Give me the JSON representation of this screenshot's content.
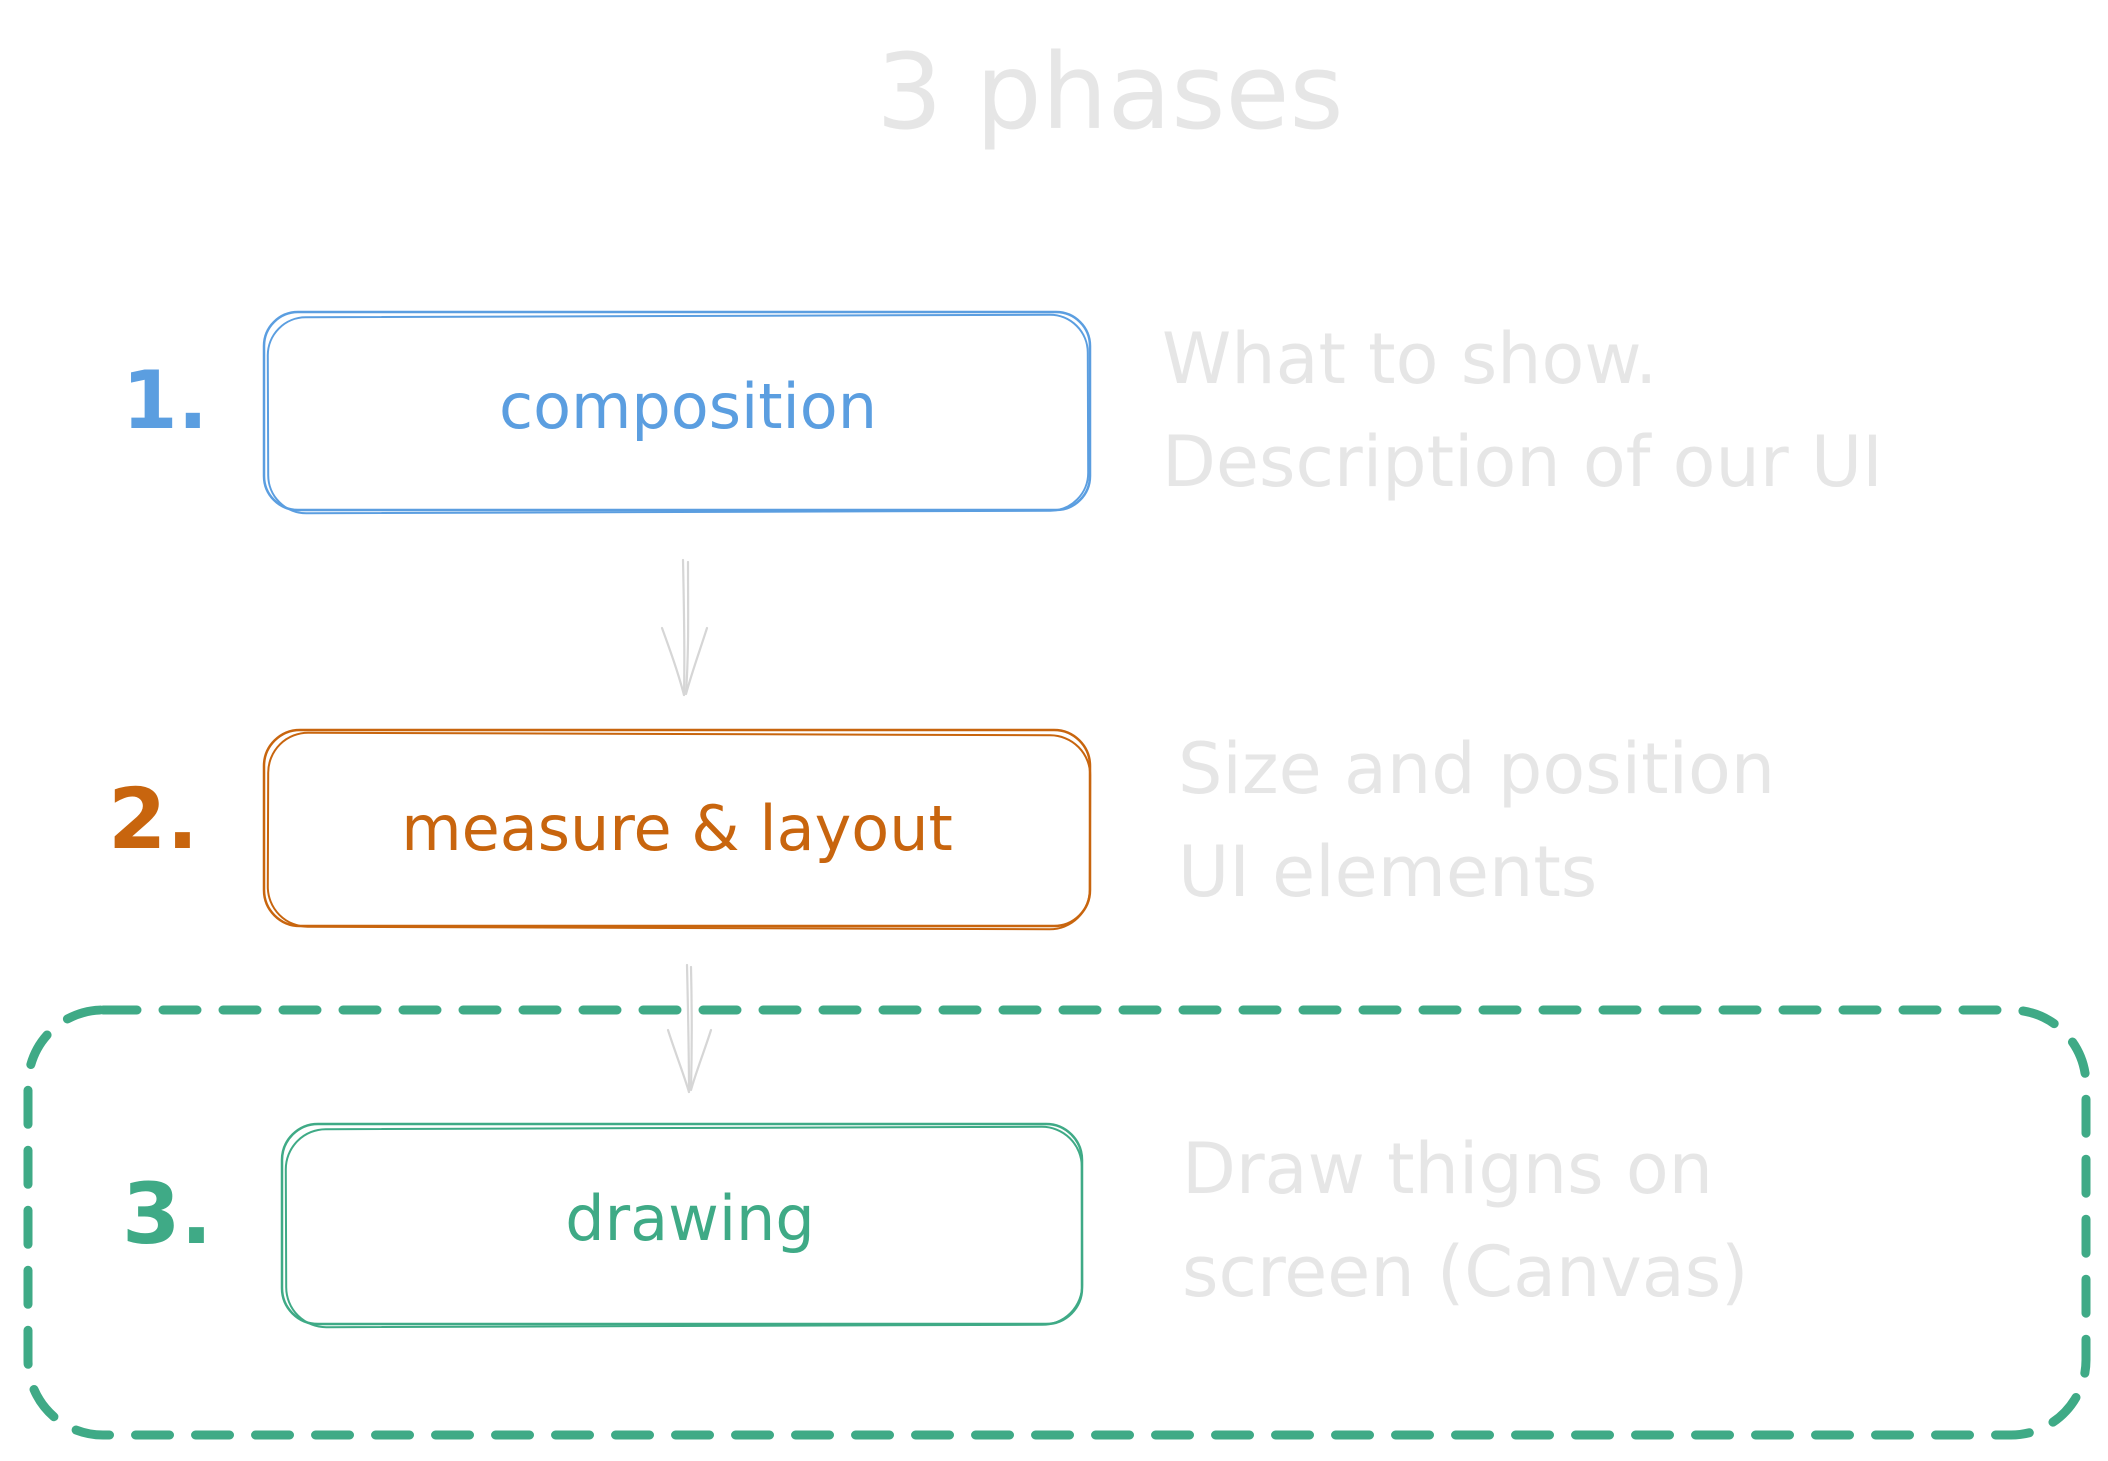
{
  "title": "3 phases",
  "phases": [
    {
      "number": "1.",
      "label": "composition",
      "description_lines": [
        "What to show.",
        "Description of our UI"
      ],
      "color": "#5b9ee0"
    },
    {
      "number": "2.",
      "label": "measure & layout",
      "description_lines": [
        "Size and position",
        "UI elements"
      ],
      "color": "#c8650e"
    },
    {
      "number": "3.",
      "label": "drawing",
      "description_lines": [
        "Draw thigns on",
        "screen (Canvas)"
      ],
      "color": "#3faa86",
      "highlighted": true
    }
  ],
  "colors": {
    "muted_text": "#e6e6e6",
    "arrow": "#d6d6d6",
    "highlight_border": "#3faa86",
    "background": "#ffffff"
  }
}
